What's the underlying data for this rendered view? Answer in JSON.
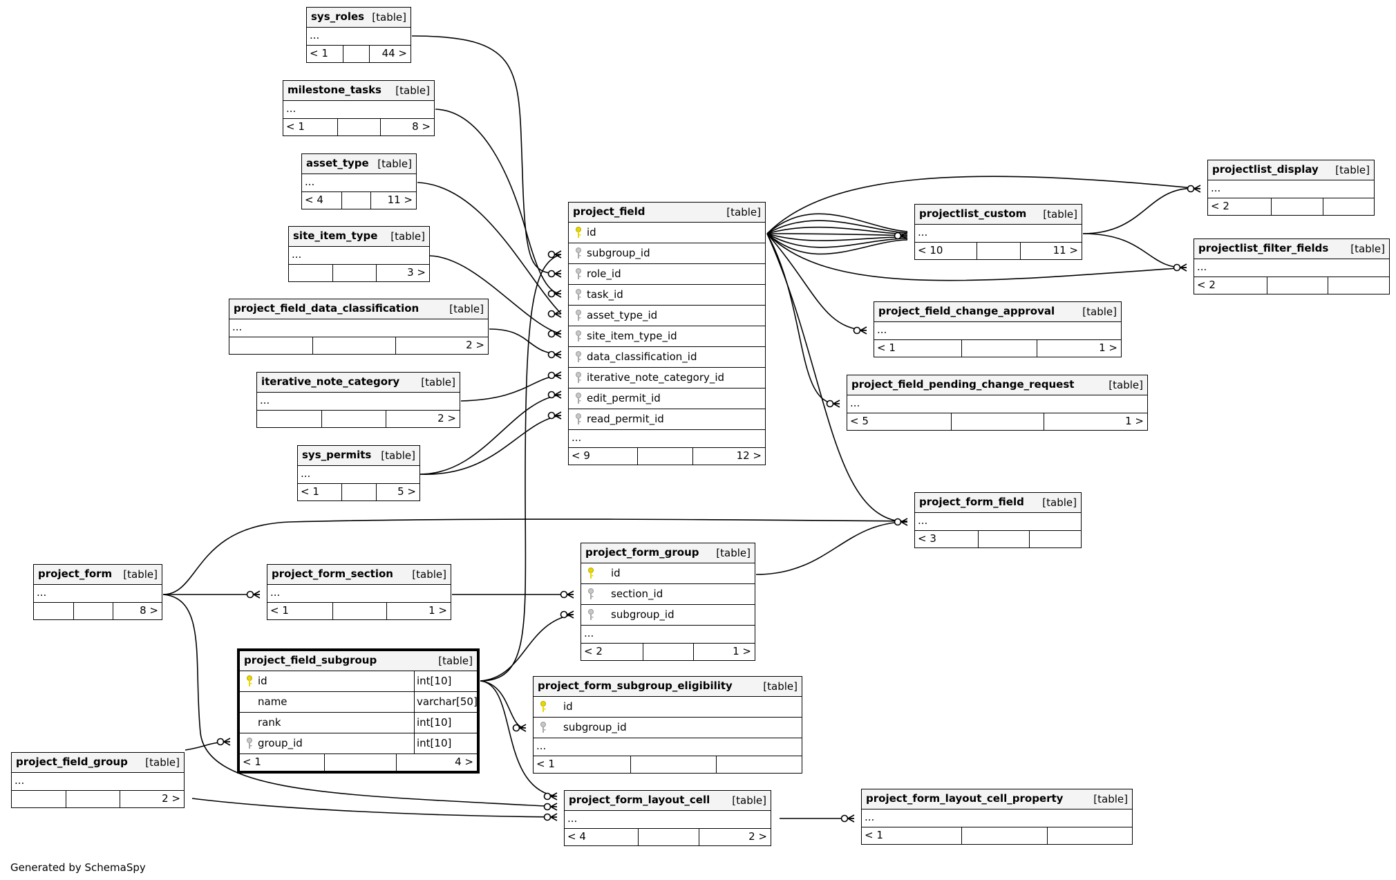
{
  "footer": "Generated by SchemaSpy",
  "tables": {
    "sys_roles": {
      "name": "sys_roles",
      "type": "[table]",
      "ellipsis": "...",
      "left": "< 1",
      "mid": "",
      "right": "44 >"
    },
    "milestone_tasks": {
      "name": "milestone_tasks",
      "type": "[table]",
      "ellipsis": "...",
      "left": "< 1",
      "mid": "",
      "right": "8 >"
    },
    "asset_type": {
      "name": "asset_type",
      "type": "[table]",
      "ellipsis": "...",
      "left": "< 4",
      "mid": "",
      "right": "11 >"
    },
    "site_item_type": {
      "name": "site_item_type",
      "type": "[table]",
      "ellipsis": "...",
      "left": "",
      "mid": "",
      "right": "3 >"
    },
    "project_field_data_classification": {
      "name": "project_field_data_classification",
      "type": "[table]",
      "ellipsis": "...",
      "left": "",
      "mid": "",
      "right": "2 >"
    },
    "iterative_note_category": {
      "name": "iterative_note_category",
      "type": "[table]",
      "ellipsis": "...",
      "left": "",
      "mid": "",
      "right": "2 >"
    },
    "sys_permits": {
      "name": "sys_permits",
      "type": "[table]",
      "ellipsis": "...",
      "left": "< 1",
      "mid": "",
      "right": "5 >"
    },
    "project_field": {
      "name": "project_field",
      "type": "[table]",
      "columns": [
        {
          "name": "id",
          "key": "pk"
        },
        {
          "name": "subgroup_id",
          "key": "fk"
        },
        {
          "name": "role_id",
          "key": "fk"
        },
        {
          "name": "task_id",
          "key": "fk"
        },
        {
          "name": "asset_type_id",
          "key": "fk"
        },
        {
          "name": "site_item_type_id",
          "key": "fk"
        },
        {
          "name": "data_classification_id",
          "key": "fk"
        },
        {
          "name": "iterative_note_category_id",
          "key": "fk"
        },
        {
          "name": "edit_permit_id",
          "key": "fk"
        },
        {
          "name": "read_permit_id",
          "key": "fk"
        }
      ],
      "ellipsis": "...",
      "left": "< 9",
      "mid": "",
      "right": "12 >"
    },
    "projectlist_custom": {
      "name": "projectlist_custom",
      "type": "[table]",
      "ellipsis": "...",
      "left": "< 10",
      "mid": "",
      "right": "11 >"
    },
    "projectlist_display": {
      "name": "projectlist_display",
      "type": "[table]",
      "ellipsis": "...",
      "left": "< 2",
      "mid": "",
      "right": ""
    },
    "projectlist_filter_fields": {
      "name": "projectlist_filter_fields",
      "type": "[table]",
      "ellipsis": "...",
      "left": "< 2",
      "mid": "",
      "right": ""
    },
    "project_field_change_approval": {
      "name": "project_field_change_approval",
      "type": "[table]",
      "ellipsis": "...",
      "left": "< 1",
      "mid": "",
      "right": "1 >"
    },
    "project_field_pending_change_request": {
      "name": "project_field_pending_change_request",
      "type": "[table]",
      "ellipsis": "...",
      "left": "< 5",
      "mid": "",
      "right": "1 >"
    },
    "project_form_field": {
      "name": "project_form_field",
      "type": "[table]",
      "ellipsis": "...",
      "left": "< 3",
      "mid": "",
      "right": ""
    },
    "project_form": {
      "name": "project_form",
      "type": "[table]",
      "ellipsis": "...",
      "left": "",
      "mid": "",
      "right": "8 >"
    },
    "project_form_section": {
      "name": "project_form_section",
      "type": "[table]",
      "ellipsis": "...",
      "left": "< 1",
      "mid": "",
      "right": "1 >"
    },
    "project_form_group": {
      "name": "project_form_group",
      "type": "[table]",
      "columns": [
        {
          "name": "id",
          "key": "pk"
        },
        {
          "name": "section_id",
          "key": "fk"
        },
        {
          "name": "subgroup_id",
          "key": "fk"
        }
      ],
      "ellipsis": "...",
      "left": "< 2",
      "mid": "",
      "right": "1 >"
    },
    "project_field_subgroup": {
      "name": "project_field_subgroup",
      "type": "[table]",
      "columns": [
        {
          "name": "id",
          "key": "pk",
          "type": "int[10]"
        },
        {
          "name": "name",
          "key": "",
          "type": "varchar[50]"
        },
        {
          "name": "rank",
          "key": "",
          "type": "int[10]"
        },
        {
          "name": "group_id",
          "key": "fk",
          "type": "int[10]"
        }
      ],
      "left": "< 1",
      "mid": "",
      "right": "4 >"
    },
    "project_form_subgroup_eligibility": {
      "name": "project_form_subgroup_eligibility",
      "type": "[table]",
      "columns": [
        {
          "name": "id",
          "key": "pk"
        },
        {
          "name": "subgroup_id",
          "key": "fk"
        }
      ],
      "ellipsis": "...",
      "left": "< 1",
      "mid": "",
      "right": ""
    },
    "project_field_group": {
      "name": "project_field_group",
      "type": "[table]",
      "ellipsis": "...",
      "left": "",
      "mid": "",
      "right": "2 >"
    },
    "project_form_layout_cell": {
      "name": "project_form_layout_cell",
      "type": "[table]",
      "ellipsis": "...",
      "left": "< 4",
      "mid": "",
      "right": "2 >"
    },
    "project_form_layout_cell_property": {
      "name": "project_form_layout_cell_property",
      "type": "[table]",
      "ellipsis": "...",
      "left": "< 1",
      "mid": "",
      "right": ""
    }
  },
  "colors": {
    "primary_key": "#e8d800",
    "foreign_key": "#a8a8a8",
    "header_bg": "#f4f4f4",
    "line": "#000000"
  }
}
